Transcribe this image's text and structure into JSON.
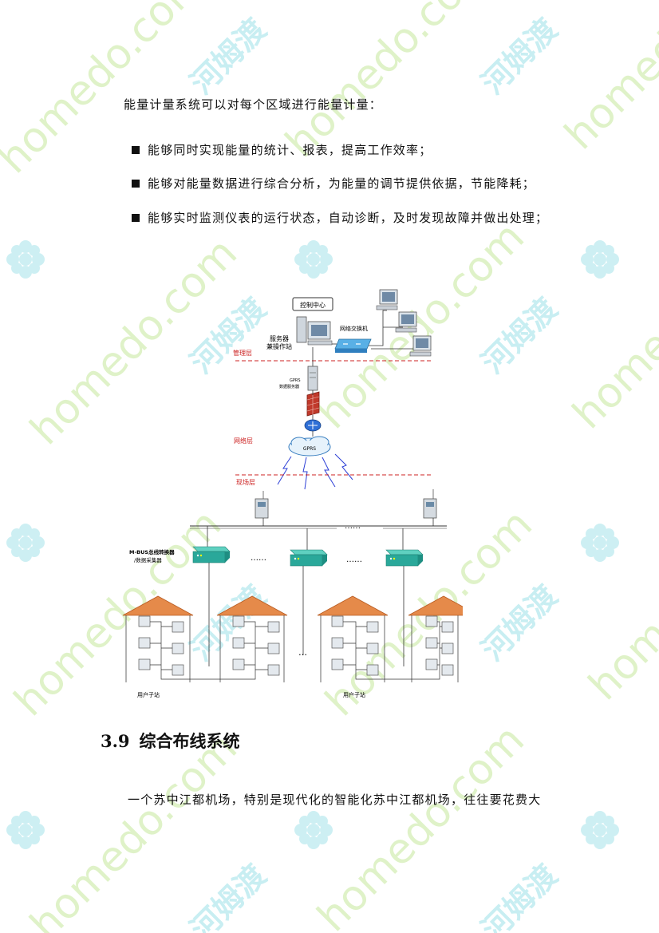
{
  "intro": "能量计量系统可以对每个区域进行能量计量：",
  "bullets": [
    "能够同时实现能量的统计、报表，提高工作效率；",
    "能够对能量数据进行综合分析，为能量的调节提供依据，节能降耗；",
    "能够实时监测仪表的运行状态，自动诊断，及时发现故障并做出处理；"
  ],
  "diagram": {
    "control_center": "控制中心",
    "server": "服务器",
    "workstation": "兼操作站",
    "switch": "网络交换机",
    "management_layer": "管理层",
    "gprs_server_1": "GPRS",
    "gprs_server_2": "数据服务器",
    "network_layer": "网络层",
    "gprs_cloud": "GPRS",
    "field_layer": "现场层",
    "mbus_1": "M-BUS总线转换器",
    "mbus_2": "/数据采集器",
    "ellipsis_bus": "……",
    "ellipsis_row": "……",
    "ellipsis_houses": "…",
    "substation_1": "用户子站",
    "substation_2": "用户子站"
  },
  "heading": {
    "number": "3.9",
    "title": "综合布线系统"
  },
  "paragraph": "一个苏中江都机场，特别是现代化的智能化苏中江都机场，往往要花费大",
  "watermark": {
    "brand_latin": "homedo.com",
    "brand_cn": "河姆渡"
  },
  "colors": {
    "watermark_green": "#dff2c8",
    "watermark_cyan": "#c8eef2",
    "layer_red": "#cc2222",
    "device_teal": "#2aa89a"
  }
}
